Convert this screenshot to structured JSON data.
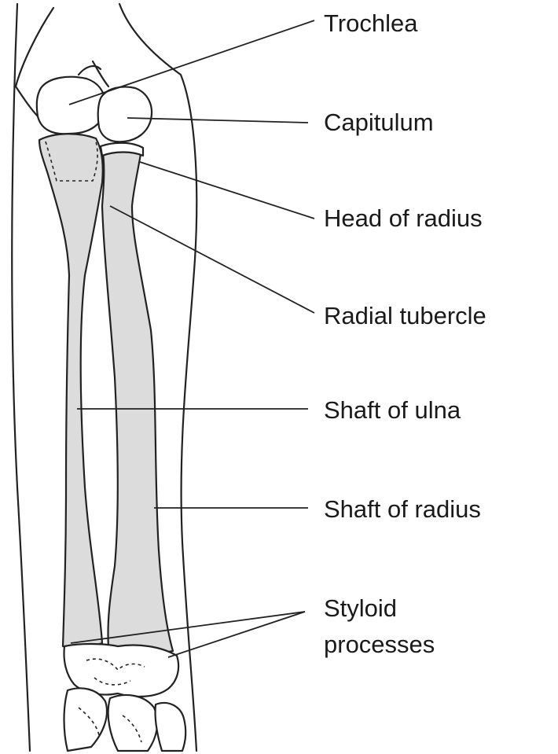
{
  "labels": {
    "trochlea": "Trochlea",
    "capitulum": "Capitulum",
    "head_of_radius": "Head of radius",
    "radial_tubercle": "Radial tubercle",
    "shaft_of_ulna": "Shaft of ulna",
    "shaft_of_radius": "Shaft of radius",
    "styloid_line1": "Styloid",
    "styloid_line2": "processes"
  },
  "colors": {
    "bone_fill": "#dcdcdc",
    "line": "#222222",
    "background": "#ffffff"
  }
}
